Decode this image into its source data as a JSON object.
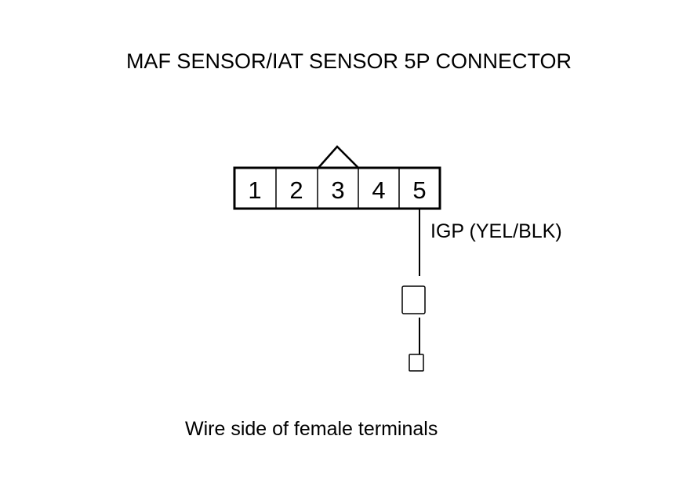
{
  "diagram": {
    "title": "MAF SENSOR/IAT SENSOR 5P CONNECTOR",
    "terminals": [
      "1",
      "2",
      "3",
      "4",
      "5"
    ],
    "wire_label": "IGP (YEL/BLK)",
    "caption": "Wire side of female terminals"
  },
  "colors": {
    "line": "#000000",
    "background": "#ffffff"
  }
}
